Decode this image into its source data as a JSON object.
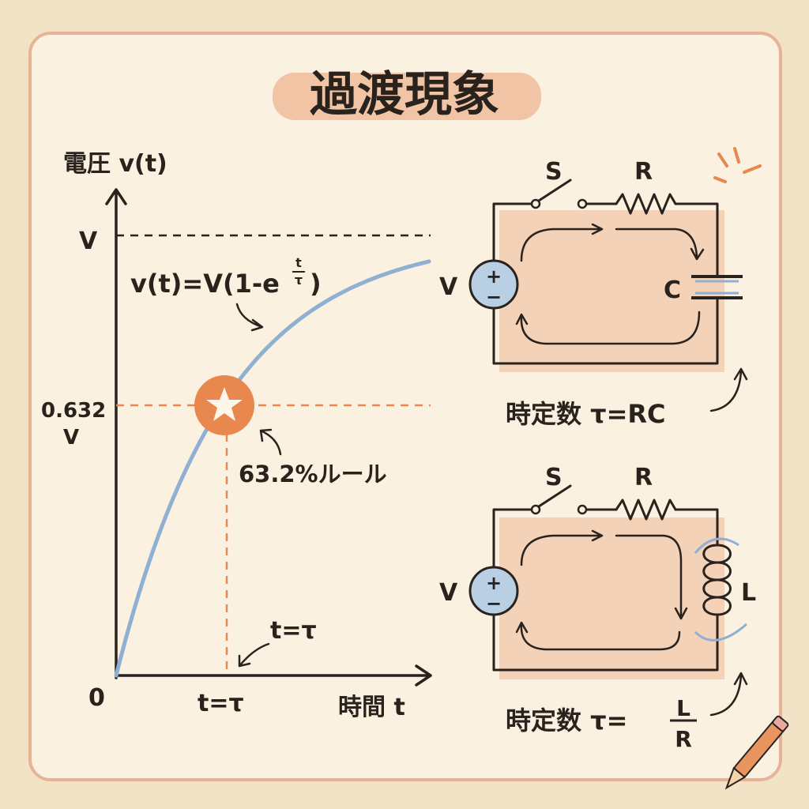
{
  "title": "過渡現象",
  "graph": {
    "y_axis_label": "電圧 v(t)",
    "x_axis_label": "時間 t",
    "tick_V": "V",
    "tick_0632_line1": "0.632",
    "tick_0632_line2": "V",
    "origin": "0",
    "tick_tau": "t=τ",
    "formula_main": "v(t)=V(1-e",
    "formula_exp_num": "t",
    "formula_exp_den": "τ",
    "formula_close": ")",
    "rule_label": "63.2%ルール",
    "tau_callout": "t=τ"
  },
  "rc_circuit": {
    "switch": "S",
    "resistor": "R",
    "source": "V",
    "capacitor": "C",
    "time_constant": "時定数 τ=RC"
  },
  "rl_circuit": {
    "switch": "S",
    "resistor": "R",
    "source": "V",
    "inductor": "L",
    "time_constant_prefix": "時定数 τ=",
    "tc_num": "L",
    "tc_den": "R"
  },
  "colors": {
    "curve": "#8fb0d3",
    "accent": "#e8884f",
    "ink": "#2a221d",
    "card": "#fbf1e0",
    "source_fill": "#b9cfe3"
  }
}
